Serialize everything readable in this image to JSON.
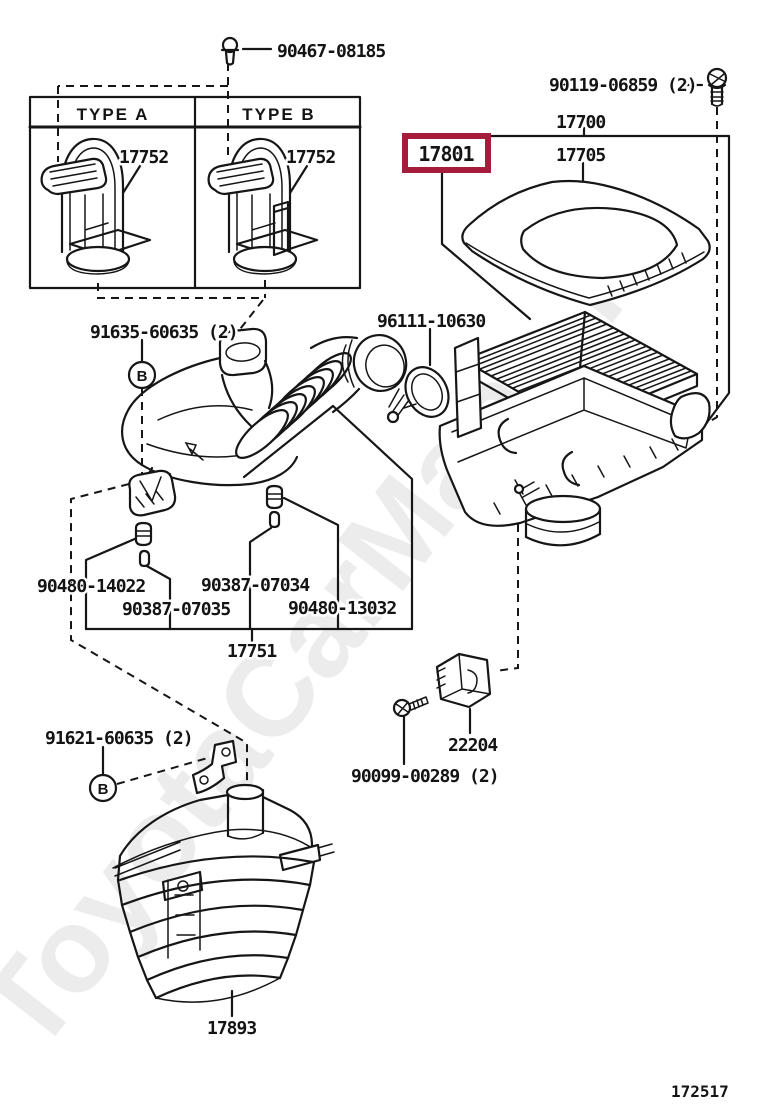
{
  "diagram": {
    "figure_code": "172517",
    "highlighted_part": "17801",
    "watermark": "ToyotaCarMane.ru",
    "colors": {
      "line": "#161616",
      "highlight_box": "#A61C3C",
      "watermark": "#ececec"
    },
    "table": {
      "header_a": "TYPE A",
      "header_b": "TYPE B"
    },
    "detail_markers": {
      "upper": "B",
      "lower": "B"
    },
    "labels": {
      "bolt_top": "90467-08185",
      "screw_top_right": "90119-06859 (2)",
      "assy": "17700",
      "element": "17801",
      "cap": "17705",
      "type_a": "TYPE A",
      "type_b": "TYPE B",
      "duct_a": "17752",
      "duct_b": "17752",
      "clip_upper": "91635-60635 (2)",
      "marker_upper": "B",
      "clamp": "96111-10630",
      "cushion_fl": "90480-14022",
      "collar_fl": "90387-07035",
      "collar_rr": "90387-07034",
      "cushion_rr": "90480-13032",
      "inlet": "17751",
      "sensor": "22204",
      "sensor_screws": "90099-00289 (2)",
      "clip_lower": "91621-60635 (2)",
      "marker_lower": "B",
      "resonator": "17893",
      "figure_code": "172517",
      "watermark": "ToyotaCarMane.ru"
    }
  }
}
